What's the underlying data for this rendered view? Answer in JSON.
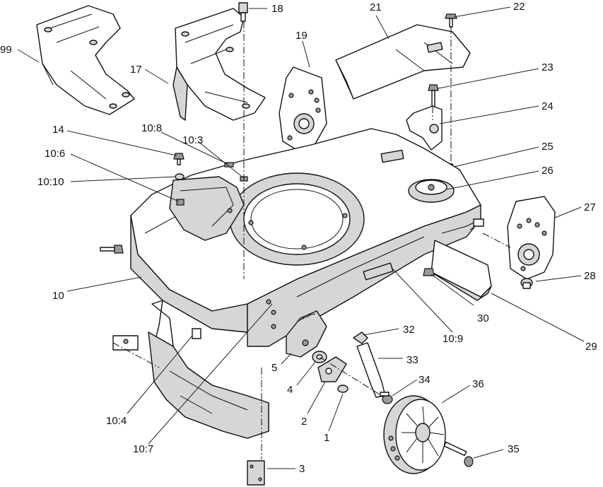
{
  "callouts": [
    {
      "label": "99"
    },
    {
      "label": "18"
    },
    {
      "label": "21"
    },
    {
      "label": "22"
    },
    {
      "label": "17"
    },
    {
      "label": "19"
    },
    {
      "label": "23"
    },
    {
      "label": "24"
    },
    {
      "label": "14"
    },
    {
      "label": "10:8"
    },
    {
      "label": "10:3"
    },
    {
      "label": "25"
    },
    {
      "label": "10:6"
    },
    {
      "label": "10:10"
    },
    {
      "label": "26"
    },
    {
      "label": "27"
    },
    {
      "label": "28"
    },
    {
      "label": "10"
    },
    {
      "label": "30"
    },
    {
      "label": "29"
    },
    {
      "label": "32"
    },
    {
      "label": "10:9"
    },
    {
      "label": "5"
    },
    {
      "label": "33"
    },
    {
      "label": "4"
    },
    {
      "label": "34"
    },
    {
      "label": "36"
    },
    {
      "label": "2"
    },
    {
      "label": "1"
    },
    {
      "label": "10:4"
    },
    {
      "label": "10:7"
    },
    {
      "label": "35"
    },
    {
      "label": "3"
    }
  ]
}
